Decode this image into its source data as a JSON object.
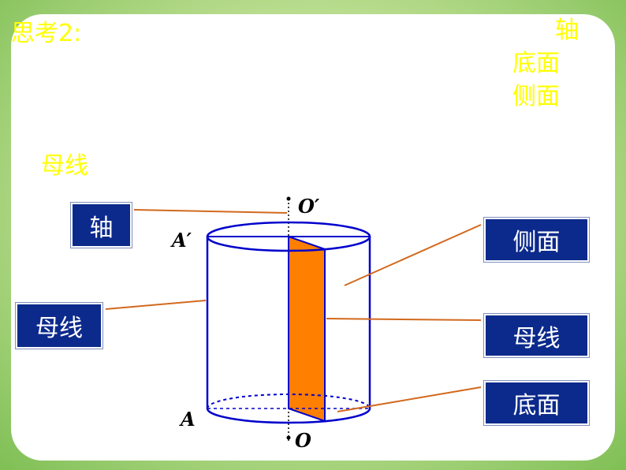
{
  "header": {
    "title": "思考2:",
    "terms": [
      "轴",
      "底面",
      "侧面",
      "母线"
    ]
  },
  "diagram": {
    "labels": {
      "axis": "轴",
      "generatrix_left": "母线",
      "lateral_surface": "侧面",
      "generatrix_right": "母线",
      "base": "底面"
    },
    "points": {
      "top_center": "O′",
      "top_edge": "A′",
      "bottom_edge": "A",
      "bottom_center": "O"
    }
  },
  "colors": {
    "background": "#b9dc8e",
    "yellow_text": "#ffff00",
    "label_box": "#0c2a8c",
    "section_fill": "#ff7f00",
    "leader_line": "#d2691e",
    "cylinder_line": "#0000cc"
  }
}
